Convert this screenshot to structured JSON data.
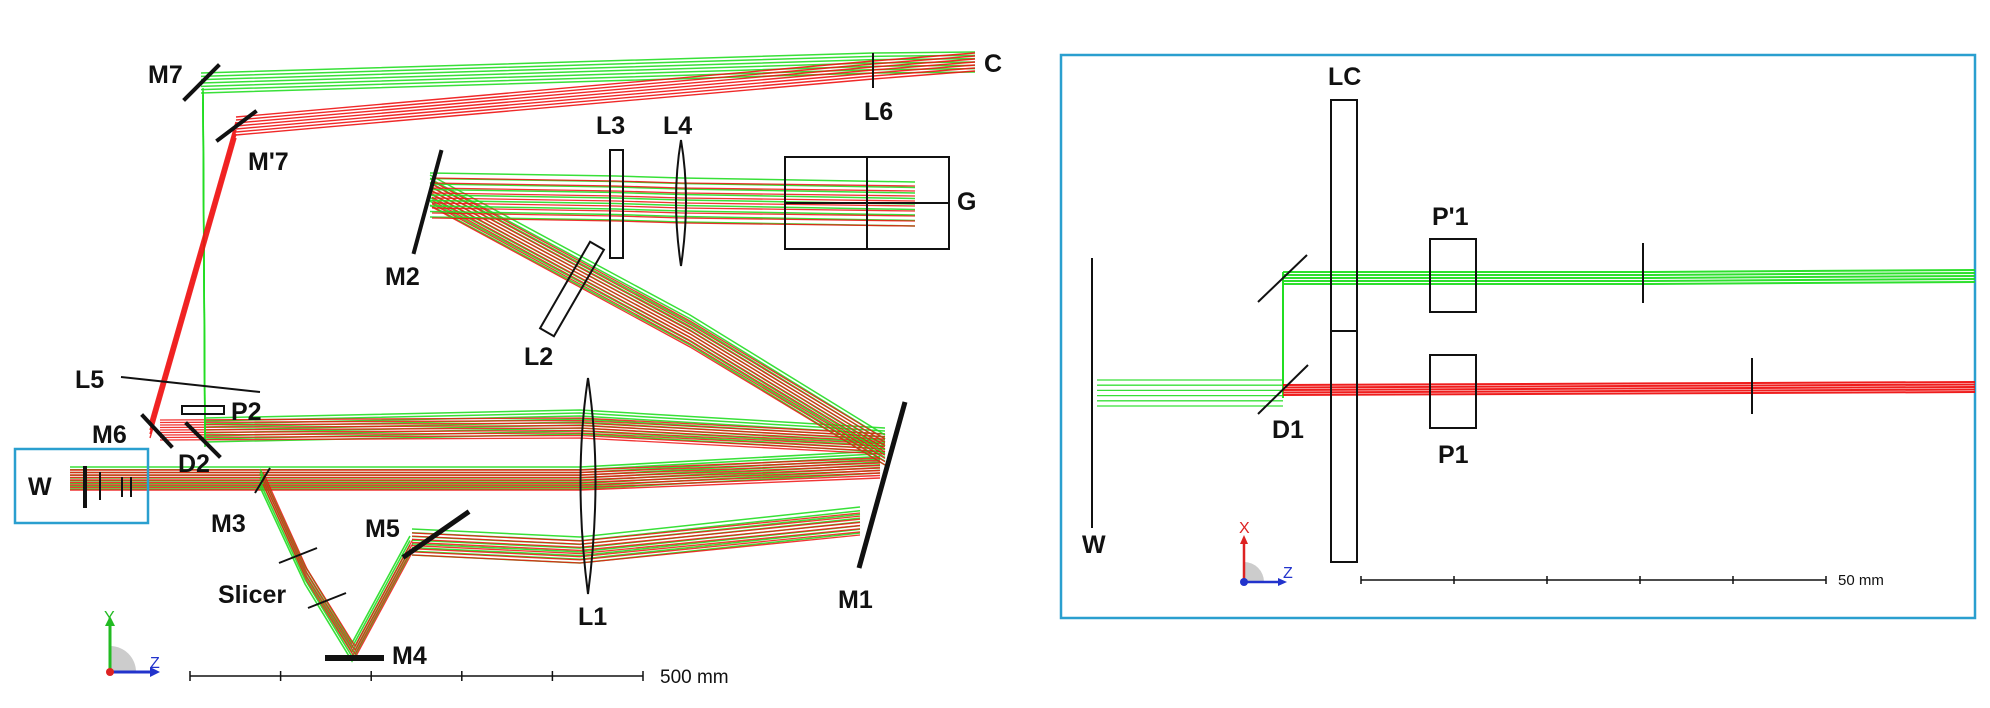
{
  "colors": {
    "beam_a": "#22dd22",
    "beam_b": "#ee1111",
    "outline": "#111111",
    "inset_frame": "#2a9fcf"
  },
  "main_view": {
    "components": {
      "c": "C",
      "m7": "M7",
      "m7p": "M'7",
      "l6": "L6",
      "l3": "L3",
      "l4": "L4",
      "g": "G",
      "m2": "M2",
      "l2": "L2",
      "l5": "L5",
      "p2": "P2",
      "m6": "M6",
      "d2": "D2",
      "w": "W",
      "m3": "M3",
      "m5": "M5",
      "slicer": "Slicer",
      "l1": "L1",
      "m1": "M1",
      "m4": "M4"
    },
    "scale_bar": "500 mm",
    "axes": {
      "vertical": "Y",
      "horizontal": "Z"
    }
  },
  "inset_view": {
    "components": {
      "lc": "LC",
      "p1p": "P'1",
      "p1": "P1",
      "d1": "D1",
      "w": "W"
    },
    "scale_bar": "50 mm",
    "axes": {
      "vertical": "X",
      "horizontal": "Z"
    }
  }
}
